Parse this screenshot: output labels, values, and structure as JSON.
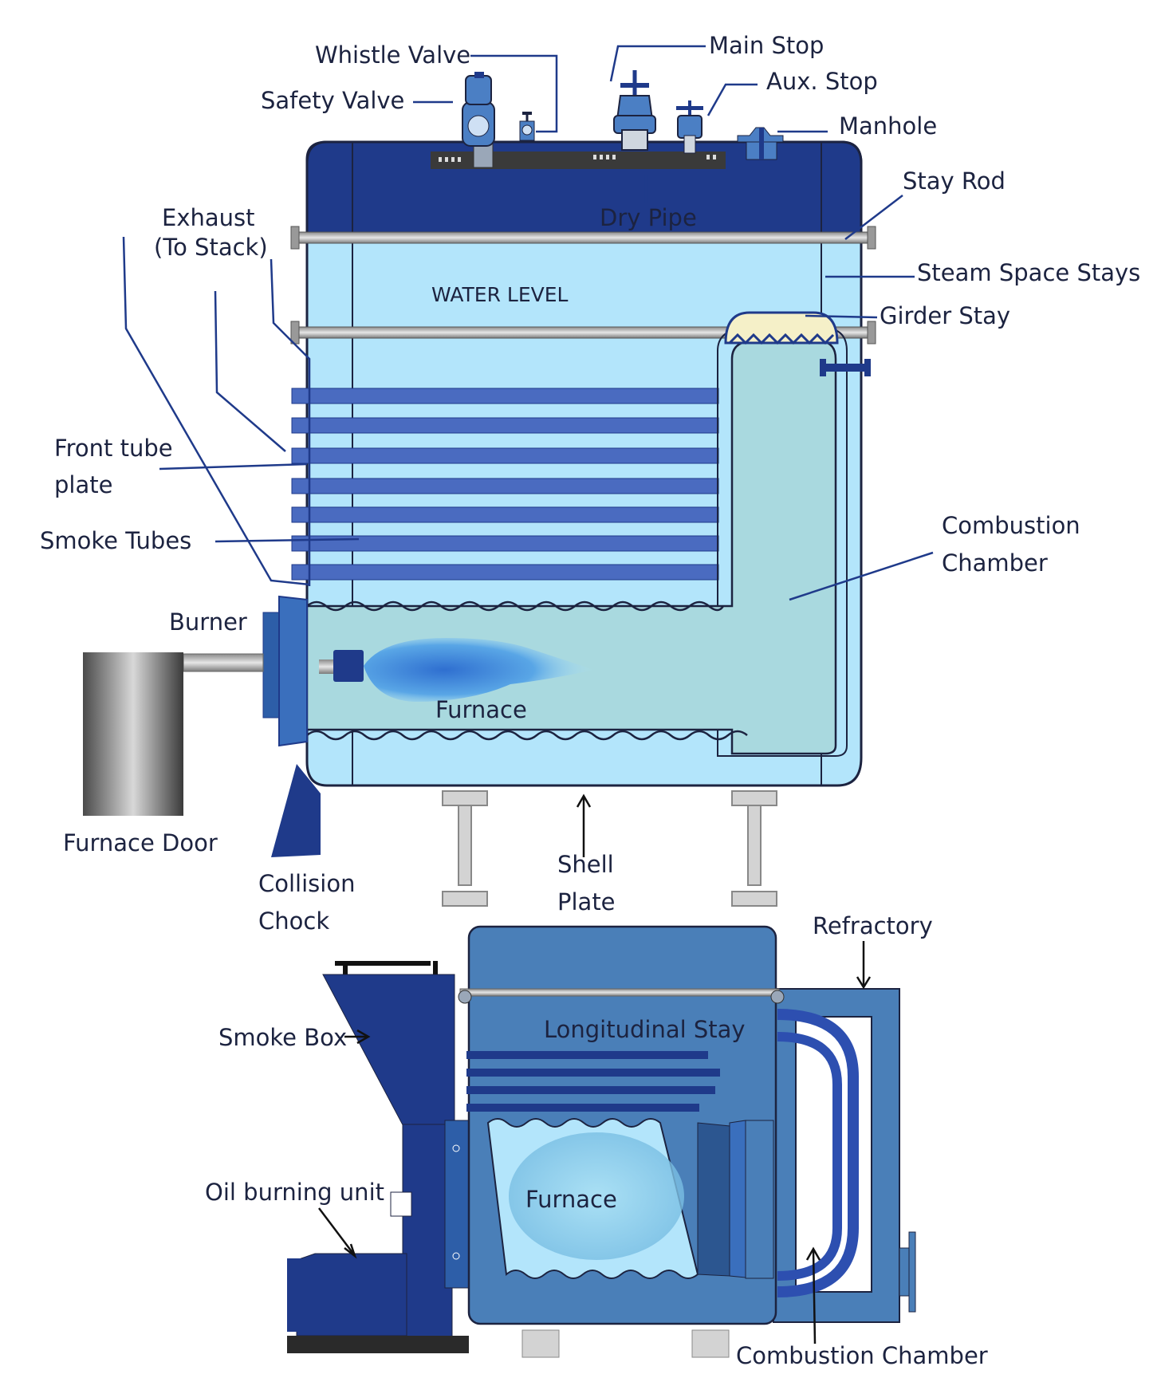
{
  "labels": {
    "whistle_valve": "Whistle Valve",
    "main_stop": "Main Stop",
    "aux_stop": "Aux. Stop",
    "safety_valve": "Safety Valve",
    "manhole": "Manhole",
    "stay_rod": "Stay Rod",
    "exhaust_line1": "Exhaust",
    "exhaust_line2": "(To Stack)",
    "dry_pipe": "Dry Pipe",
    "steam_space_stays": "Steam Space Stays",
    "water_level": "WATER LEVEL",
    "girder_stay": "Girder Stay",
    "front_tube_plate_line1": "Front tube",
    "front_tube_plate_line2": "plate",
    "smoke_tubes": "Smoke Tubes",
    "combustion_chamber_line1": "Combustion",
    "combustion_chamber_line2": "Chamber",
    "burner": "Burner",
    "furnace_top": "Furnace",
    "furnace_door": "Furnace Door",
    "collision_chock_line1": "Collision",
    "collision_chock_line2": "Chock",
    "shell_plate_line1": "Shell",
    "shell_plate_line2": "Plate",
    "refractory": "Refractory",
    "smoke_box": "Smoke Box",
    "longitudinal_stay": "Longitudinal Stay",
    "oil_burning_unit": "Oil burning unit",
    "furnace_bottom": "Furnace",
    "combustion_chamber_bottom": "Combustion Chamber"
  },
  "colors": {
    "navy": "#1f3a8a",
    "water": "#b3e5fb",
    "chamber": "#a9d9df",
    "tube": "#4a6bc0",
    "steel_blue": "#4a7fb8",
    "dark_blue": "#1e40a0"
  }
}
